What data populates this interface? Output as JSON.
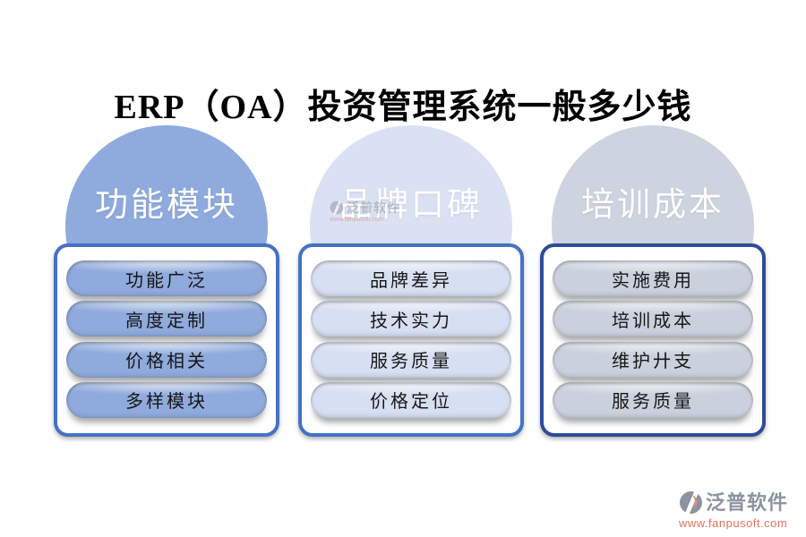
{
  "title": "ERP（OA）投资管理系统一般多少钱",
  "columns": [
    {
      "header": "功能模块",
      "items": [
        "功能广泛",
        "高度定制",
        "价格相关",
        "多样模块"
      ],
      "circle_color": "#8FAADC",
      "pill_color": "#8FAADC",
      "border_color": "#4472C4"
    },
    {
      "header": "品牌口碑",
      "items": [
        "品牌差异",
        "技术实力",
        "服务质量",
        "价格定位"
      ],
      "circle_color": "#DAE1F3",
      "pill_color": "#D7DFF2",
      "border_color": "#4472C4"
    },
    {
      "header": "培训成本",
      "items": [
        "实施费用",
        "培训成本",
        "维护廾支",
        "服务质量"
      ],
      "circle_color": "#CDD3DF",
      "pill_color": "#CAD1DD",
      "border_color": "#2E4C9B"
    }
  ],
  "watermark": {
    "brand": "泛普软件",
    "url": "www.fanpusoft.com"
  },
  "logo": {
    "brand": "泛普软件",
    "url": "www.fanpusoft.com",
    "brand_color": "#8B93A3",
    "url_color": "#E0745A"
  }
}
